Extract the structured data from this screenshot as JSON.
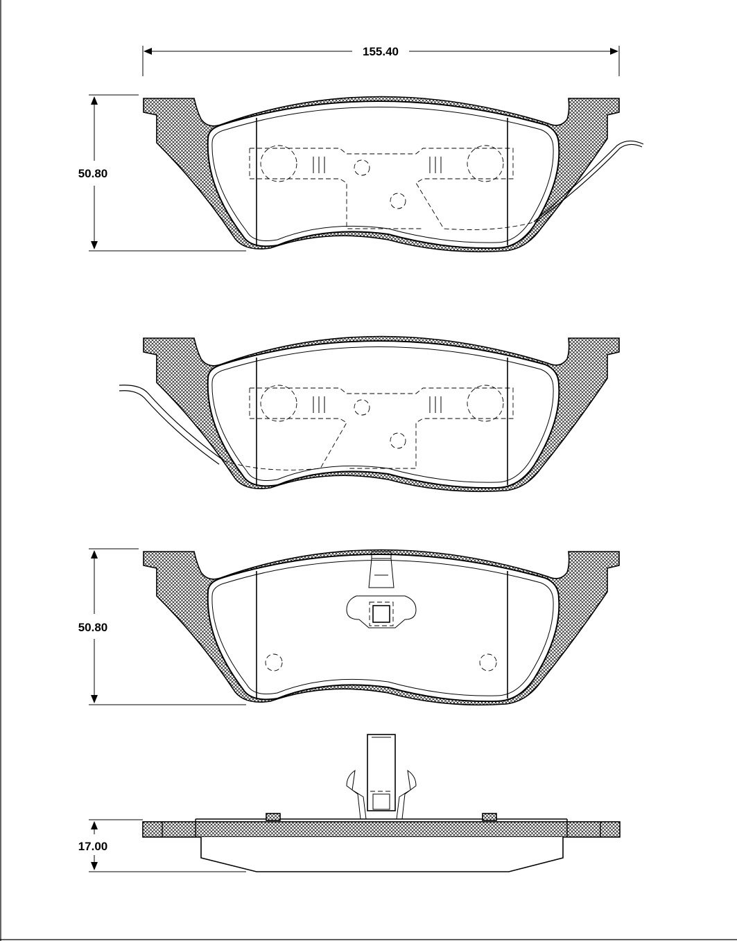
{
  "dimensions": {
    "width": "155.40",
    "height_top": "50.80",
    "height_bottom": "50.80",
    "thickness": "17.00"
  }
}
